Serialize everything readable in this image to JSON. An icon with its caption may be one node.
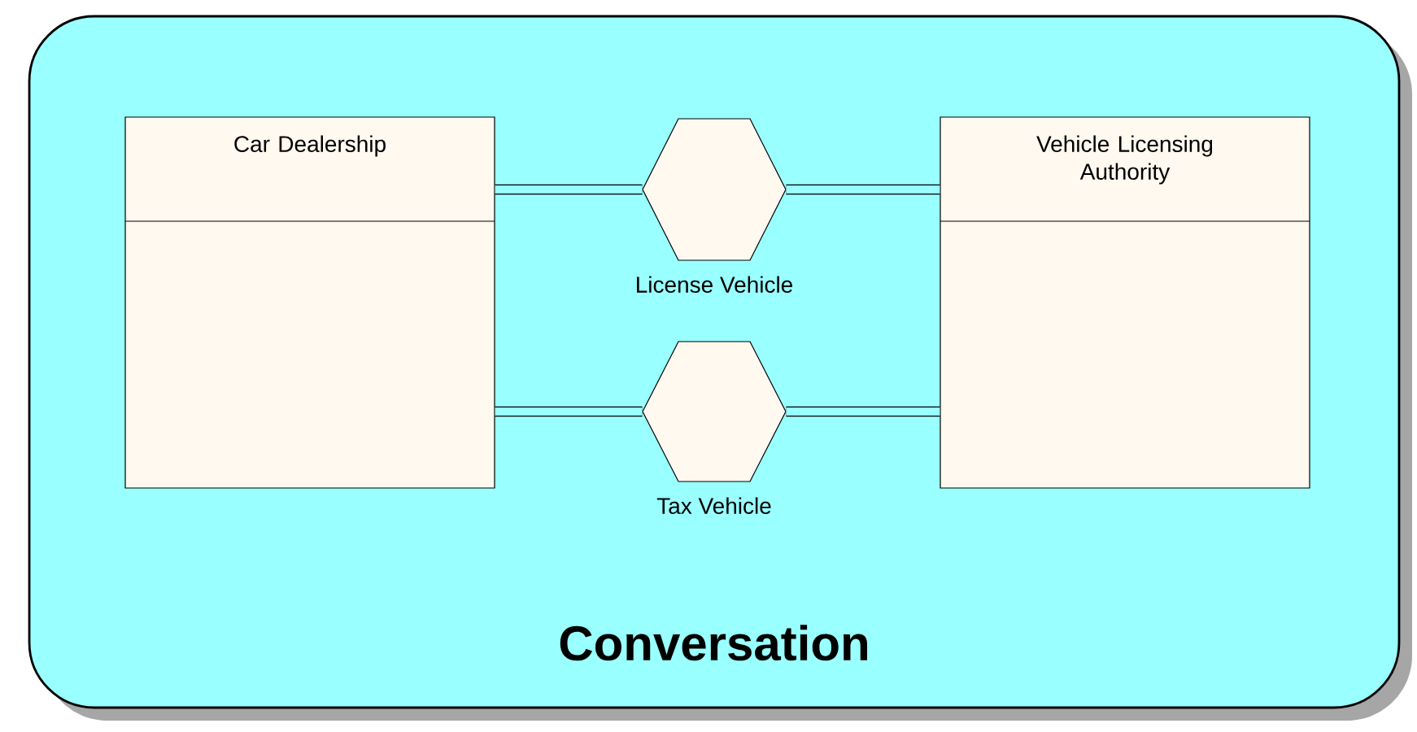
{
  "diagram": {
    "nodes": [
      {
        "text": [
          "Conversation"
        ]
      },
      {
        "text": [
          "Car Dealership"
        ],
        "in": 0
      },
      {
        "text": [
          "License Vehicle"
        ],
        "in": 0
      },
      {
        "text": [
          "Vehicle Licensing Authority"
        ],
        "in": 0
      },
      {
        "text": [
          "Tax Vehicle"
        ],
        "in": 0
      }
    ],
    "edges": [
      {
        "from": 1,
        "to": 2,
        "arrow": "none"
      },
      {
        "from": 2,
        "to": 3,
        "arrow": "none"
      },
      {
        "from": 1,
        "to": 4,
        "arrow": "none"
      },
      {
        "from": 4,
        "to": 3,
        "arrow": "none"
      }
    ]
  }
}
